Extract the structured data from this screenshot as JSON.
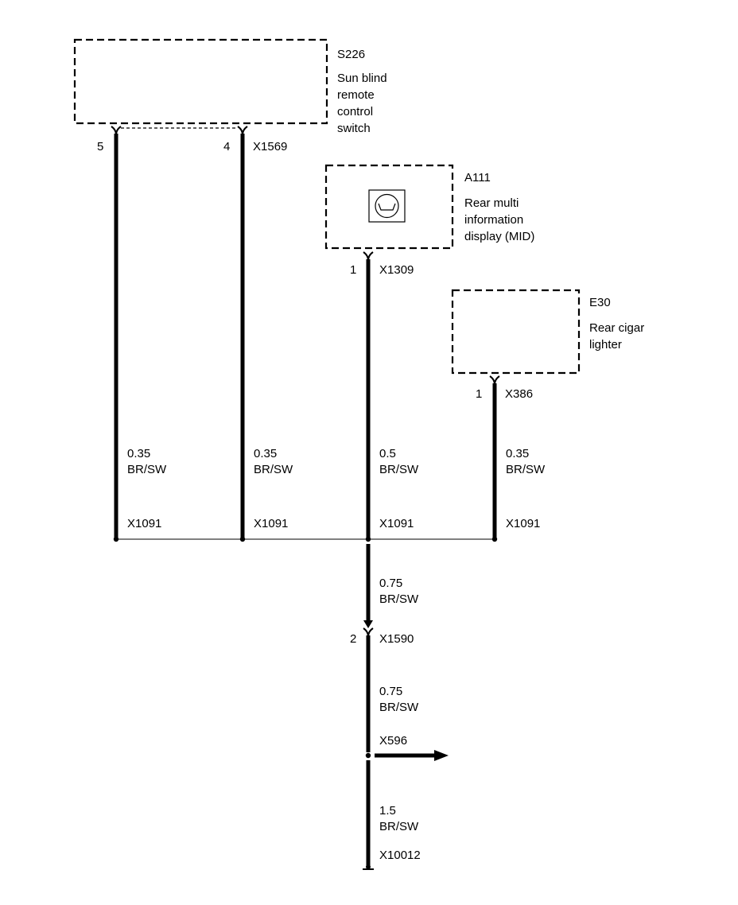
{
  "components": {
    "s226": {
      "id": "S226",
      "desc": [
        "Sun blind",
        "remote",
        "control",
        "switch"
      ]
    },
    "a111": {
      "id": "A111",
      "desc": [
        "Rear multi",
        "information",
        "display (MID)"
      ]
    },
    "e30": {
      "id": "E30",
      "desc": [
        "Rear cigar",
        "lighter"
      ]
    }
  },
  "connectors": {
    "x1569": {
      "name": "X1569",
      "pins": [
        "5",
        "4"
      ]
    },
    "x1309": {
      "name": "X1309",
      "pin": "1"
    },
    "x386": {
      "name": "X386",
      "pin": "1"
    },
    "x1590": {
      "name": "X1590",
      "pin": "2"
    }
  },
  "wires": [
    {
      "size": "0.35",
      "color": "BR/SW",
      "end": "X1091"
    },
    {
      "size": "0.35",
      "color": "BR/SW",
      "end": "X1091"
    },
    {
      "size": "0.5",
      "color": "BR/SW",
      "end": "X1091"
    },
    {
      "size": "0.35",
      "color": "BR/SW",
      "end": "X1091"
    }
  ],
  "trunk": [
    {
      "size": "0.75",
      "color": "BR/SW"
    },
    {
      "size": "0.75",
      "color": "BR/SW"
    },
    {
      "size": "1.5",
      "color": "BR/SW"
    }
  ],
  "splice": {
    "name": "X596"
  },
  "ground": {
    "name": "X10012"
  },
  "icons": {
    "display": "display-icon",
    "ground": "ground-symbol-icon",
    "arrow": "continuation-arrow-icon"
  }
}
